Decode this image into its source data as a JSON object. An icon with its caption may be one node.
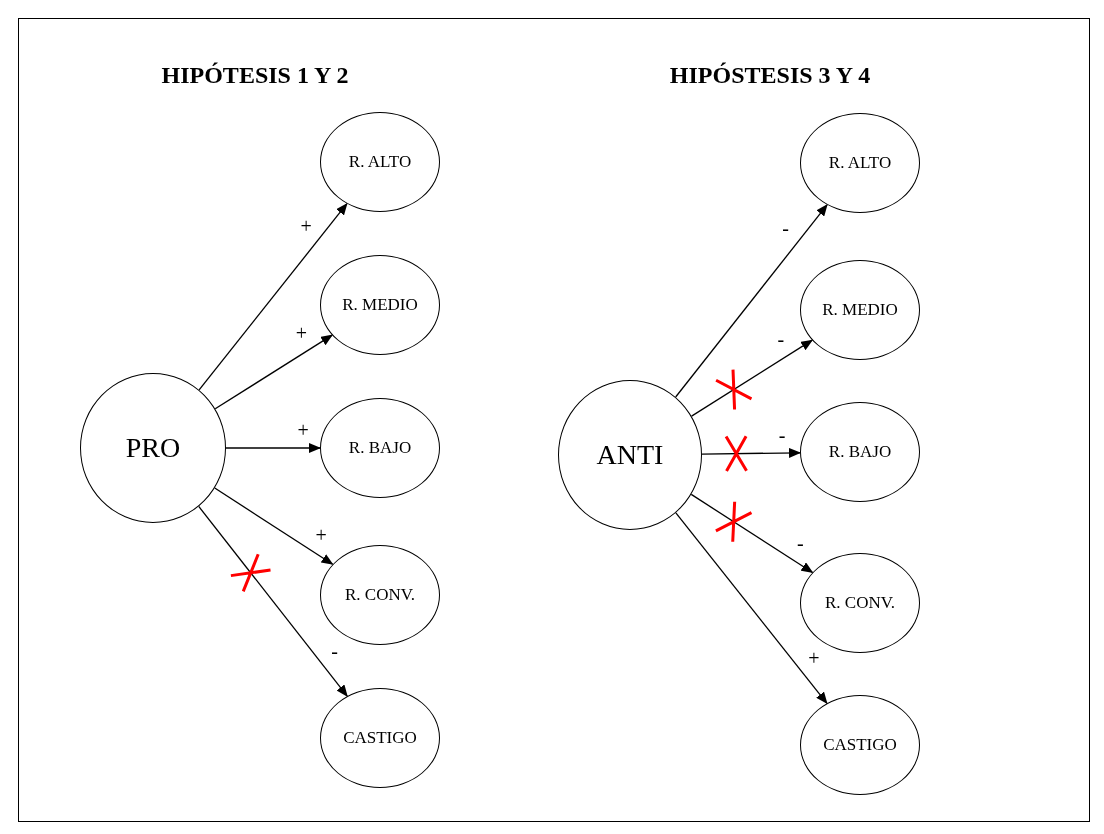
{
  "diagram": {
    "nodes": [
      {
        "text": [
          "PRO"
        ]
      },
      {
        "text": [
          "R. ALTO"
        ]
      },
      {
        "text": [
          "R. MEDIO"
        ]
      },
      {
        "text": [
          "R. BAJO"
        ]
      },
      {
        "text": [
          "R. CONV."
        ]
      },
      {
        "text": [
          "CASTIGO"
        ]
      },
      {
        "text": [
          "ANTI"
        ]
      },
      {
        "text": [
          "R. ALTO"
        ]
      },
      {
        "text": [
          "R. MEDIO"
        ]
      },
      {
        "text": [
          "R. BAJO"
        ]
      },
      {
        "text": [
          "R. CONV."
        ]
      },
      {
        "text": [
          "CASTIGO"
        ]
      }
    ],
    "edges": [
      {
        "from": 0,
        "to": 1,
        "arrow": "to",
        "label": "+"
      },
      {
        "from": 0,
        "to": 2,
        "arrow": "to",
        "label": "+"
      },
      {
        "from": 0,
        "to": 3,
        "arrow": "to",
        "label": "+"
      },
      {
        "from": 0,
        "to": 4,
        "arrow": "to",
        "label": "+"
      },
      {
        "from": 0,
        "to": 5,
        "arrow": "to",
        "label": "-"
      },
      {
        "from": 6,
        "to": 7,
        "arrow": "to",
        "label": "-"
      },
      {
        "from": 6,
        "to": 8,
        "arrow": "to",
        "label": "-"
      },
      {
        "from": 6,
        "to": 9,
        "arrow": "to",
        "label": "-"
      },
      {
        "from": 6,
        "to": 10,
        "arrow": "to",
        "label": "-"
      },
      {
        "from": 6,
        "to": 11,
        "arrow": "to",
        "label": "+"
      }
    ],
    "labels": [
      "HIPÓTESIS 1 Y 2",
      "HIPÓSTESIS 3 Y 4"
    ]
  }
}
